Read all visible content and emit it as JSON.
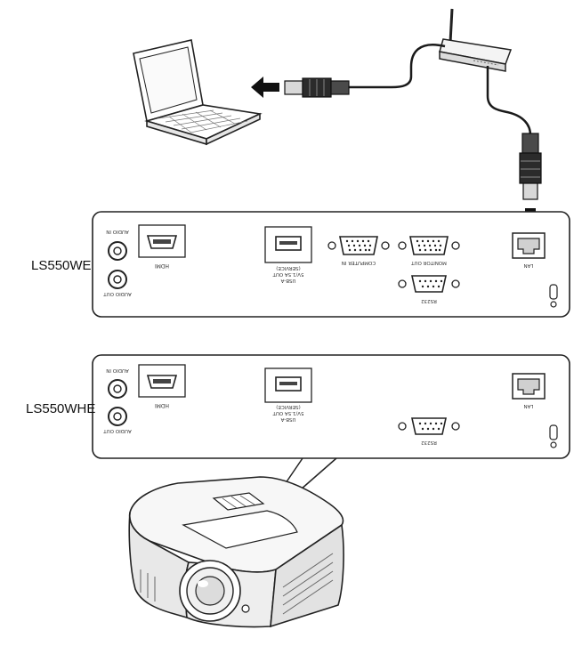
{
  "models": {
    "top": "LS550WE",
    "bottom": "LS550WHE"
  },
  "ports": {
    "audio_in": "AUDIO IN",
    "audio_out": "AUDIO OUT",
    "hdmi": "HDMI",
    "usb": "USB-A",
    "usb_sub": "5V/1.5A OUT",
    "usb_sub2": "(SERVICE)",
    "computer_in": "COMPUTER IN",
    "monitor_out": "MONITOR OUT",
    "rs232": "RS232",
    "lan": "LAN"
  },
  "icons": [
    "laptop-icon",
    "router-icon",
    "rj45-connector-icon",
    "arrow-left-icon",
    "arrow-down-icon",
    "lock-icon",
    "projector-icon"
  ],
  "colors": {
    "line": "#1a1a1a",
    "panel_fill": "#ffffff",
    "port_fill": "#f2f2f2"
  }
}
